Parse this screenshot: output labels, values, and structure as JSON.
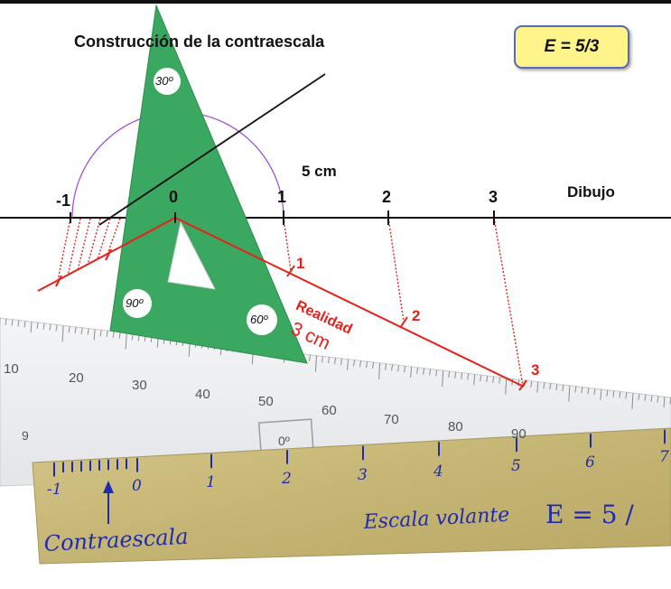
{
  "title": "Construcción de la contraescala",
  "scale_box": "E = 5/3",
  "labels": {
    "five_cm": "5 cm",
    "dibujo": "Dibujo",
    "realidad": "Realidad",
    "three_cm": "3 cm",
    "contraescala": "Contraescala",
    "escala_volante": "Escala volante",
    "escala_eq": "E = 5 /"
  },
  "drawing_axis_ticks": [
    "-1",
    "0",
    "1",
    "2",
    "3"
  ],
  "reality_ticks": [
    "1",
    "2",
    "3"
  ],
  "set_square_angles": [
    "30º",
    "90º",
    "60º"
  ],
  "ruler_numbers": [
    "10",
    "20",
    "30",
    "40",
    "50",
    "60",
    "70",
    "80",
    "90"
  ],
  "ruler_small": [
    "9",
    "0º"
  ],
  "strip_ticks": [
    "-1",
    "0",
    "1",
    "2",
    "3",
    "4",
    "5",
    "6",
    "7"
  ],
  "colors": {
    "set_square": "#3aa860",
    "red_line": "#e8201a",
    "arc": "#9a46d6",
    "handwriting": "#1f2bb0",
    "paper": "#c9b879"
  }
}
